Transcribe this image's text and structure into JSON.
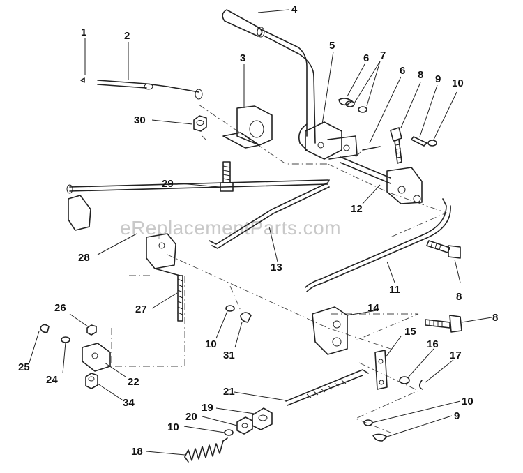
{
  "watermark": "eReplacementParts.com",
  "callouts": [
    {
      "id": "c1",
      "text": "1"
    },
    {
      "id": "c2",
      "text": "2"
    },
    {
      "id": "c3",
      "text": "3"
    },
    {
      "id": "c4",
      "text": "4"
    },
    {
      "id": "c5",
      "text": "5"
    },
    {
      "id": "c6a",
      "text": "6"
    },
    {
      "id": "c7",
      "text": "7"
    },
    {
      "id": "c6b",
      "text": "6"
    },
    {
      "id": "c8a",
      "text": "8"
    },
    {
      "id": "c9a",
      "text": "9"
    },
    {
      "id": "c10a",
      "text": "10"
    },
    {
      "id": "c30",
      "text": "30"
    },
    {
      "id": "c29",
      "text": "29"
    },
    {
      "id": "c12",
      "text": "12"
    },
    {
      "id": "c28",
      "text": "28"
    },
    {
      "id": "c13",
      "text": "13"
    },
    {
      "id": "c11",
      "text": "11"
    },
    {
      "id": "c8b",
      "text": "8"
    },
    {
      "id": "c27",
      "text": "27"
    },
    {
      "id": "c14",
      "text": "14"
    },
    {
      "id": "c8c",
      "text": "8"
    },
    {
      "id": "c26",
      "text": "26"
    },
    {
      "id": "c10b",
      "text": "10"
    },
    {
      "id": "c31",
      "text": "31"
    },
    {
      "id": "c15",
      "text": "15"
    },
    {
      "id": "c16",
      "text": "16"
    },
    {
      "id": "c17",
      "text": "17"
    },
    {
      "id": "c25",
      "text": "25"
    },
    {
      "id": "c24",
      "text": "24"
    },
    {
      "id": "c22",
      "text": "22"
    },
    {
      "id": "c34",
      "text": "34"
    },
    {
      "id": "c21",
      "text": "21"
    },
    {
      "id": "c10c",
      "text": "10"
    },
    {
      "id": "c19",
      "text": "19"
    },
    {
      "id": "c20",
      "text": "20"
    },
    {
      "id": "c10d",
      "text": "10"
    },
    {
      "id": "c9b",
      "text": "9"
    },
    {
      "id": "c18",
      "text": "18"
    }
  ]
}
